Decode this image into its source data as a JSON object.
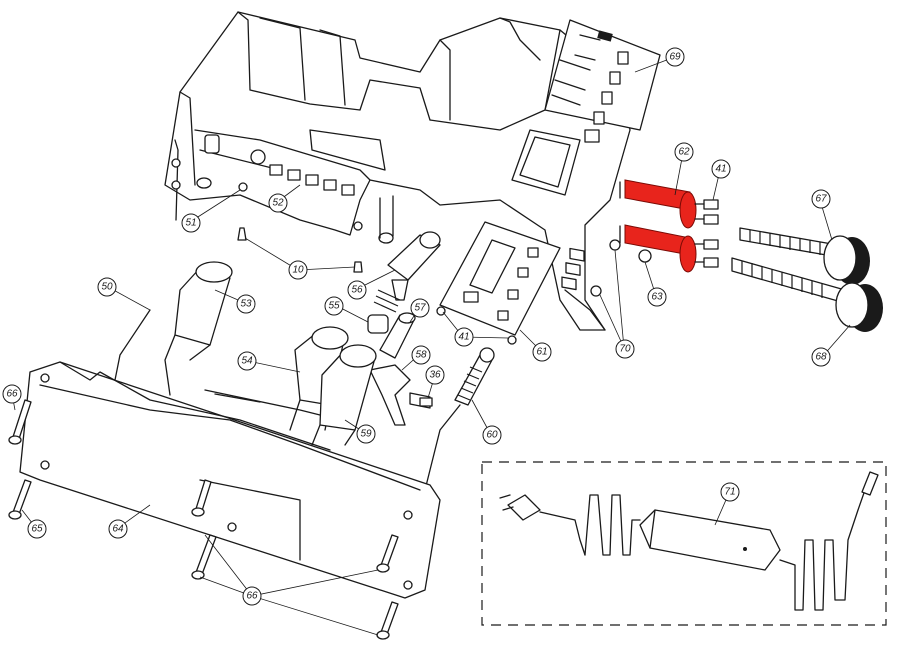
{
  "diagram": {
    "colors": {
      "line": "#1a1a1a",
      "highlight": "#e8241c",
      "background": "#ffffff"
    },
    "callouts": [
      {
        "id": "c-69",
        "label": "69"
      },
      {
        "id": "c-62",
        "label": "62"
      },
      {
        "id": "c-41a",
        "label": "41"
      },
      {
        "id": "c-67",
        "label": "67"
      },
      {
        "id": "c-68",
        "label": "68"
      },
      {
        "id": "c-63",
        "label": "63"
      },
      {
        "id": "c-70",
        "label": "70"
      },
      {
        "id": "c-51",
        "label": "51"
      },
      {
        "id": "c-52",
        "label": "52"
      },
      {
        "id": "c-10",
        "label": "10"
      },
      {
        "id": "c-50",
        "label": "50"
      },
      {
        "id": "c-53",
        "label": "53"
      },
      {
        "id": "c-56",
        "label": "56"
      },
      {
        "id": "c-55",
        "label": "55"
      },
      {
        "id": "c-57",
        "label": "57"
      },
      {
        "id": "c-41b",
        "label": "41"
      },
      {
        "id": "c-61",
        "label": "61"
      },
      {
        "id": "c-54",
        "label": "54"
      },
      {
        "id": "c-58",
        "label": "58"
      },
      {
        "id": "c-36",
        "label": "36"
      },
      {
        "id": "c-59",
        "label": "59"
      },
      {
        "id": "c-60",
        "label": "60"
      },
      {
        "id": "c-66a",
        "label": "66"
      },
      {
        "id": "c-65",
        "label": "65"
      },
      {
        "id": "c-64",
        "label": "64"
      },
      {
        "id": "c-66b",
        "label": "66"
      },
      {
        "id": "c-71",
        "label": "71"
      }
    ]
  }
}
